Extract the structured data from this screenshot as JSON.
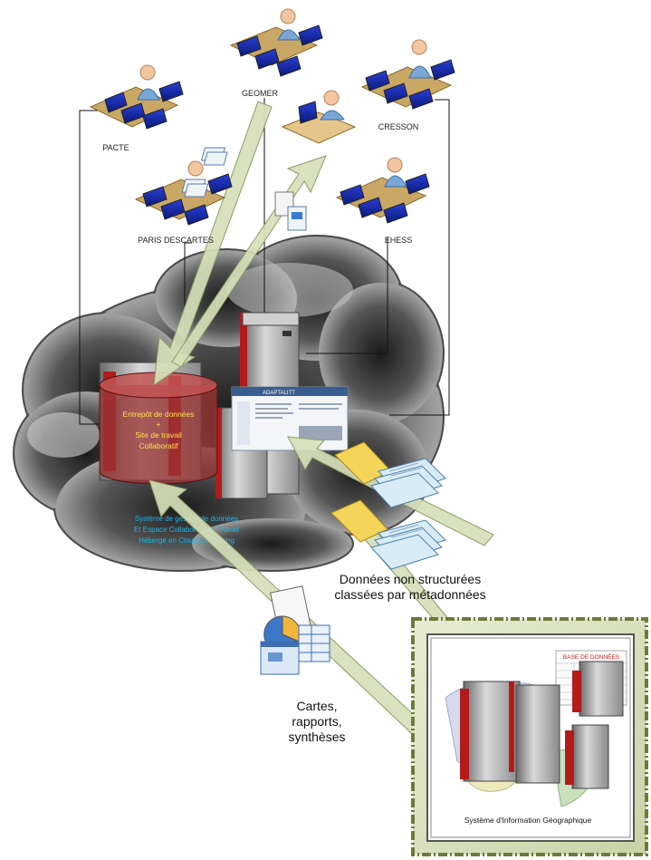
{
  "stations": [
    {
      "id": "pacte",
      "label": "PACTE"
    },
    {
      "id": "geomer",
      "label": "GEOMER"
    },
    {
      "id": "cresson",
      "label": "CRESSON"
    },
    {
      "id": "paris-descartes",
      "label": "PARIS DESCARTES"
    },
    {
      "id": "ehess",
      "label": "EHESS"
    }
  ],
  "warehouse": {
    "lines": [
      "Entrepôt de données",
      "+",
      "Site de travail",
      "Collaboratif"
    ]
  },
  "cloud_caption": {
    "lines": [
      "Système de gestion de données",
      "Et  Espace Collaboratif de Travail",
      "Hébergé en Cloud Computing"
    ]
  },
  "docs_caption": {
    "lines": [
      "Données non structurées",
      "classées par métadonnées"
    ]
  },
  "reports_caption": {
    "lines": [
      "Cartes,",
      "rapports,",
      "synthèses"
    ]
  },
  "sig": {
    "caption": "Système d'Information Géographique",
    "map_title": "BASE DE DONNÉES"
  },
  "screen": {
    "title": "ADAPTALITT"
  },
  "colors": {
    "warehouse_text": "#ffe24a",
    "cloud_caption": "#22b4e8",
    "arrow_fill": "#d6e0b8",
    "frame": "#6d7a3a"
  }
}
